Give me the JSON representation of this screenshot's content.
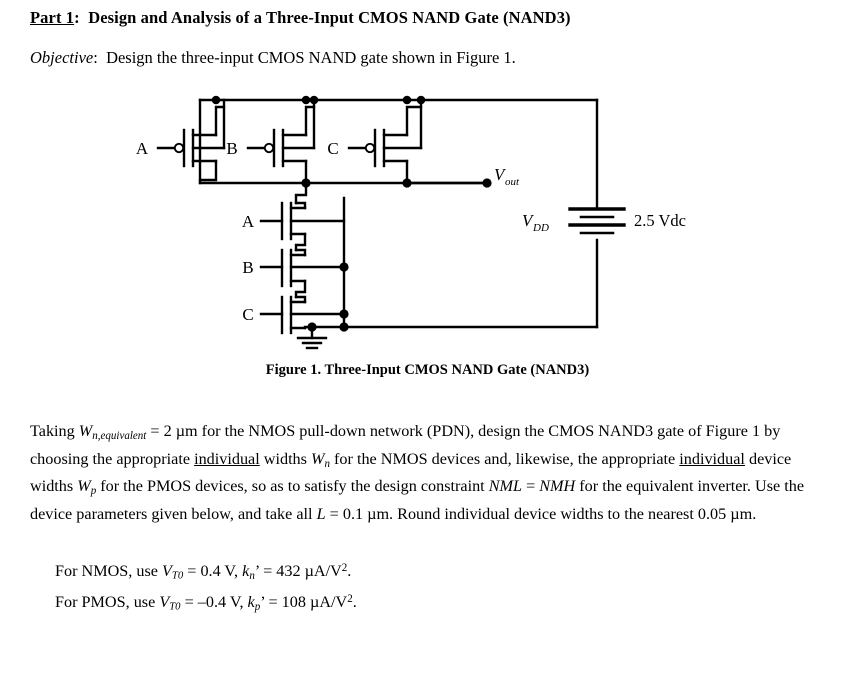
{
  "document": {
    "heading": {
      "part_label": "Part 1",
      "colon": ":",
      "title": "Design and Analysis of a Three-Input CMOS NAND Gate (NAND3)"
    },
    "objective": {
      "label": "Objective",
      "colon": ":",
      "text": "Design the three-input CMOS NAND gate shown in Figure 1."
    },
    "figure_caption": "Figure 1.  Three-Input CMOS NAND Gate (NAND3)",
    "body_paragraph": {
      "s1": "Taking ",
      "w_n_equivalent": "W",
      "w_n_equivalent_sub": "n,equivalent",
      "s2": " = 2 µm for the NMOS pull-down network (PDN), design the CMOS NAND3 gate of Figure 1 by choosing the appropriate ",
      "underlined1": "individual",
      "s3": " widths ",
      "w_n": "W",
      "w_n_sub": "n",
      "s4": " for the NMOS devices and, likewise, the appropriate ",
      "underlined2": "individual",
      "s5": " device widths ",
      "w_p": "W",
      "w_p_sub": "p",
      "s6": " for the PMOS devices, so as to satisfy the design constraint ",
      "nml": "NML",
      "s7": " = ",
      "nmh": "NMH",
      "s8": " for the equivalent inverter. Use the device parameters given below, and take all ",
      "l_sym": "L",
      "s9": " = 0.1 µm. Round individual device widths to the nearest 0.05 µm."
    },
    "parameters": {
      "nmos_line": {
        "prefix": "For NMOS, use ",
        "vt_sym": "V",
        "vt_sub": "T0",
        "vt_val": " = 0.4 V, ",
        "k_sym": "k",
        "k_sub": "n",
        "k_prime": "’",
        "k_val": " = 432 µA/V",
        "k_exp": "2",
        "period": "."
      },
      "pmos_line": {
        "prefix": "For PMOS, use ",
        "vt_sym": "V",
        "vt_sub": "T0",
        "vt_val": " = –0.4 V, ",
        "k_sym": "k",
        "k_sub": "p",
        "k_prime": "’",
        "k_val": " = 108 µA/V",
        "k_exp": "2",
        "period": "."
      }
    }
  },
  "figure": {
    "pmos_gate_labels": [
      "A",
      "B",
      "C"
    ],
    "nmos_gate_labels": [
      "A",
      "B",
      "C"
    ],
    "output_label": "V",
    "output_label_sub": "out",
    "supply_label": "V",
    "supply_label_sub": "DD",
    "supply_value": "2.5 Vdc",
    "ground_symbol": "ground-symbol"
  },
  "colors": {
    "ink": "#000000",
    "page": "#ffffff"
  }
}
